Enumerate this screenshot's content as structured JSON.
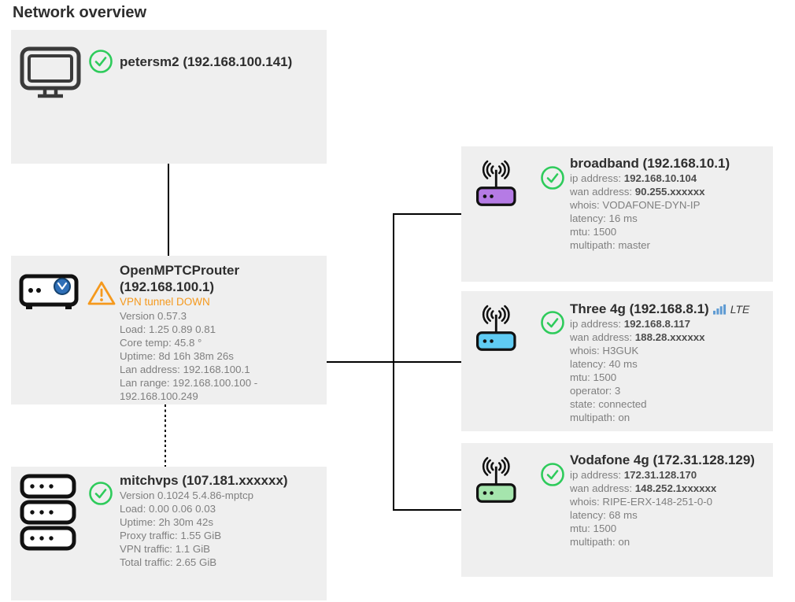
{
  "title": "Network overview",
  "colors": {
    "card_bg": "#efefef",
    "check_green": "#2ecb5b",
    "warning_orange": "#f5991d",
    "broadband_router_body": "#b57be5",
    "three_router_body": "#5fcbf3",
    "vodafone_router_body": "#a5e5ad",
    "lte_bars_blue": "#5f9bd3",
    "connector_black": "#000000"
  },
  "icons": {
    "monitor-icon": "desktop monitor outline",
    "router-box-icon": "wired router box with OpenMPTCProuter logo",
    "server-stack-icon": "three stacked server units",
    "wifi-router-icon": "wireless router with antenna waves",
    "check-icon": "green circled checkmark (status ok)",
    "warning-icon": "orange warning triangle with exclamation mark",
    "signal-bars-icon": "ascending mobile signal bars"
  },
  "nodes": {
    "petersm2": {
      "title": "petersm2 (192.168.100.141)"
    },
    "openmptcprouter": {
      "title": "OpenMPTCProuter (192.168.100.1)",
      "status": "VPN tunnel DOWN",
      "details": [
        {
          "label": "Version 0.57.3",
          "value": ""
        },
        {
          "label": "Load: 1.25 0.89 0.81",
          "value": ""
        },
        {
          "label": "Core temp: 45.8 °",
          "value": ""
        },
        {
          "label": "Uptime: 8d 16h 38m 26s",
          "value": ""
        },
        {
          "label": "Lan address: 192.168.100.1",
          "value": ""
        },
        {
          "label": "Lan range: 192.168.100.100 - 192.168.100.249",
          "value": ""
        }
      ]
    },
    "mitchvps": {
      "title": "mitchvps (107.181.xxxxxx)",
      "details": [
        {
          "label": "Version 0.1024 5.4.86-mptcp",
          "value": ""
        },
        {
          "label": "Load: 0.00 0.06 0.03",
          "value": ""
        },
        {
          "label": "Uptime: 2h 30m 42s",
          "value": ""
        },
        {
          "label": "Proxy traffic: 1.55 GiB",
          "value": ""
        },
        {
          "label": "VPN traffic: 1.1 GiB",
          "value": ""
        },
        {
          "label": "Total traffic: 2.65 GiB",
          "value": ""
        }
      ]
    },
    "broadband": {
      "title": "broadband (192.168.10.1)",
      "details": [
        {
          "label": "ip address: ",
          "value": "192.168.10.104"
        },
        {
          "label": "wan address: ",
          "value": "90.255.xxxxxx"
        },
        {
          "label": "whois: VODAFONE-DYN-IP",
          "value": ""
        },
        {
          "label": "latency: 16 ms",
          "value": ""
        },
        {
          "label": "mtu: 1500",
          "value": ""
        },
        {
          "label": "multipath: master",
          "value": ""
        }
      ]
    },
    "three4g": {
      "title": "Three 4g (192.168.8.1)",
      "badge": "LTE",
      "details": [
        {
          "label": "ip address: ",
          "value": "192.168.8.117"
        },
        {
          "label": "wan address: ",
          "value": "188.28.xxxxxx"
        },
        {
          "label": "whois: H3GUK",
          "value": ""
        },
        {
          "label": "latency: 40 ms",
          "value": ""
        },
        {
          "label": "mtu: 1500",
          "value": ""
        },
        {
          "label": "operator: 3",
          "value": ""
        },
        {
          "label": "state: connected",
          "value": ""
        },
        {
          "label": "multipath: on",
          "value": ""
        }
      ]
    },
    "vodafone4g": {
      "title": "Vodafone 4g (172.31.128.129)",
      "details": [
        {
          "label": "ip address: ",
          "value": "172.31.128.170"
        },
        {
          "label": "wan address: ",
          "value": "148.252.1xxxxxx"
        },
        {
          "label": "whois: RIPE-ERX-148-251-0-0",
          "value": ""
        },
        {
          "label": "latency: 68 ms",
          "value": ""
        },
        {
          "label": "mtu: 1500",
          "value": ""
        },
        {
          "label": "multipath: on",
          "value": ""
        }
      ]
    }
  }
}
